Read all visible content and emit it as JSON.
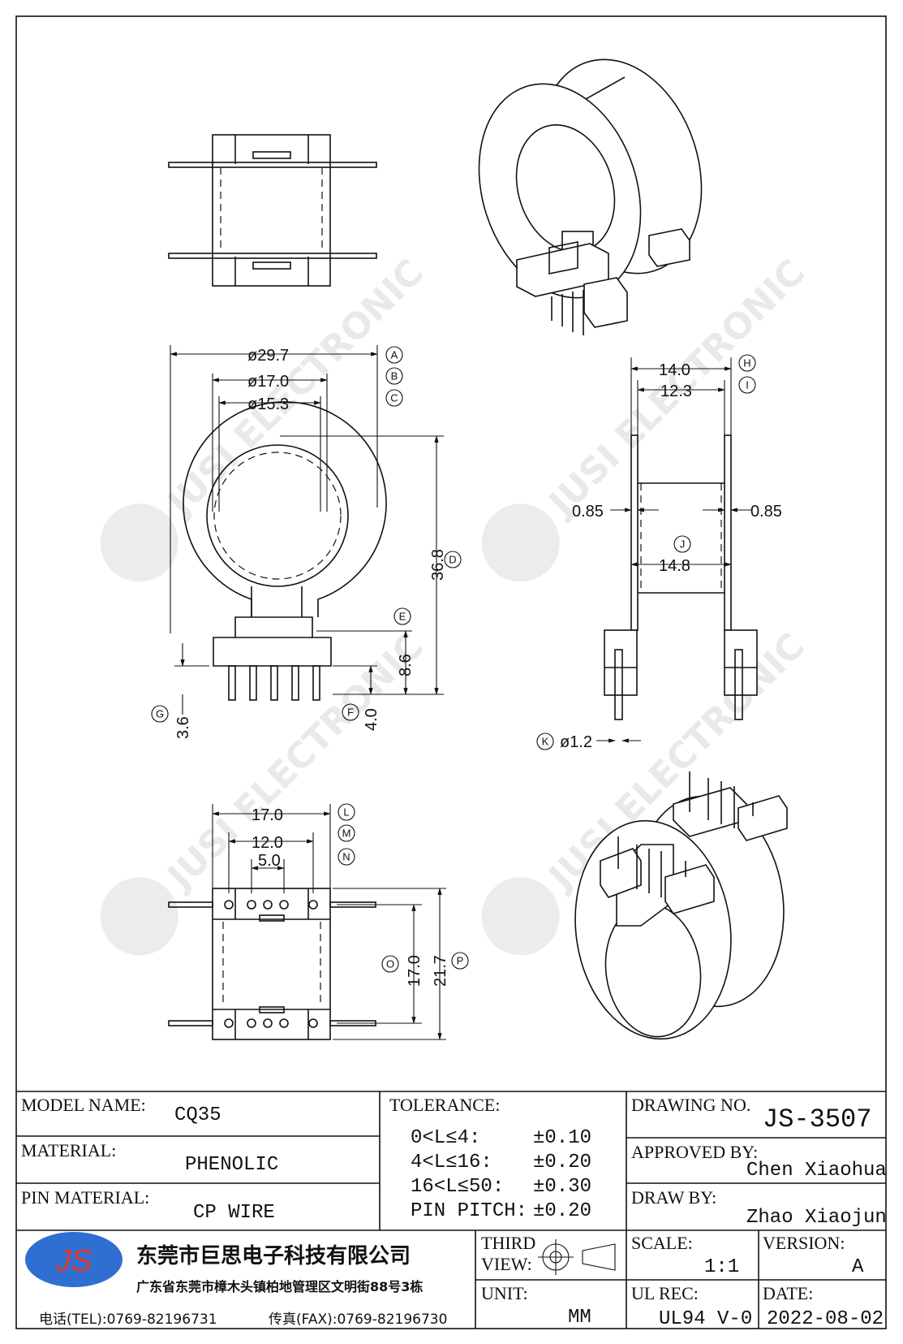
{
  "watermark": {
    "text": "JUSI ELECTRONIC",
    "logo": "JS"
  },
  "dimensions": {
    "A": "ø29.7",
    "B": "ø17.0",
    "C": "ø15.3",
    "D": "36.8",
    "E": "8.6",
    "F": "4.0",
    "G": "3.6",
    "H": "14.0",
    "I": "12.3",
    "J": "14.8",
    "K": "ø1.2",
    "wall_left": "0.85",
    "wall_right": "0.85",
    "L": "17.0",
    "M": "12.0",
    "N": "5.0",
    "O": "17.0",
    "P": "21.7"
  },
  "dimension_tags": {
    "A": "A",
    "B": "B",
    "C": "C",
    "D": "D",
    "E": "E",
    "F": "F",
    "G": "G",
    "H": "H",
    "I": "I",
    "J": "J",
    "K": "K",
    "L": "L",
    "M": "M",
    "N": "N",
    "O": "O",
    "P": "P"
  },
  "title_block": {
    "model_label": "MODEL NAME:",
    "model_value": "CQ35",
    "material_label": "MATERIAL:",
    "material_value": "PHENOLIC",
    "pin_material_label": "PIN MATERIAL:",
    "pin_material_value": "CP WIRE",
    "tolerance_label": "TOLERANCE:",
    "tolerances": [
      {
        "range": "0<L≤4:",
        "value": "±0.10"
      },
      {
        "range": "4<L≤16:",
        "value": "±0.20"
      },
      {
        "range": "16<L≤50:",
        "value": "±0.30"
      },
      {
        "range": "PIN PITCH:",
        "value": "±0.20"
      }
    ],
    "drawing_no_label": "DRAWING NO.",
    "drawing_no_value": "JS-3507",
    "approved_label": "APPROVED BY:",
    "approved_value": "Chen Xiaohua",
    "draw_label": "DRAW BY:",
    "draw_value": "Zhao Xiaojun",
    "company_logo": "JS",
    "company_name": "东莞市巨思电子科技有限公司",
    "company_address": "广东省东莞市樟木头镇柏地管理区文明街88号3栋",
    "tel": "电话(TEL):0769-82196731",
    "fax": "传真(FAX):0769-82196730",
    "third_view_label_1": "THIRD",
    "third_view_label_2": "VIEW:",
    "unit_label": "UNIT:",
    "unit_value": "MM",
    "scale_label": "SCALE:",
    "scale_value": "1:1",
    "version_label": "VERSION:",
    "version_value": "A",
    "ul_label": "UL REC:",
    "ul_value": "UL94 V-0",
    "date_label": "DATE:",
    "date_value": "2022-08-02"
  }
}
